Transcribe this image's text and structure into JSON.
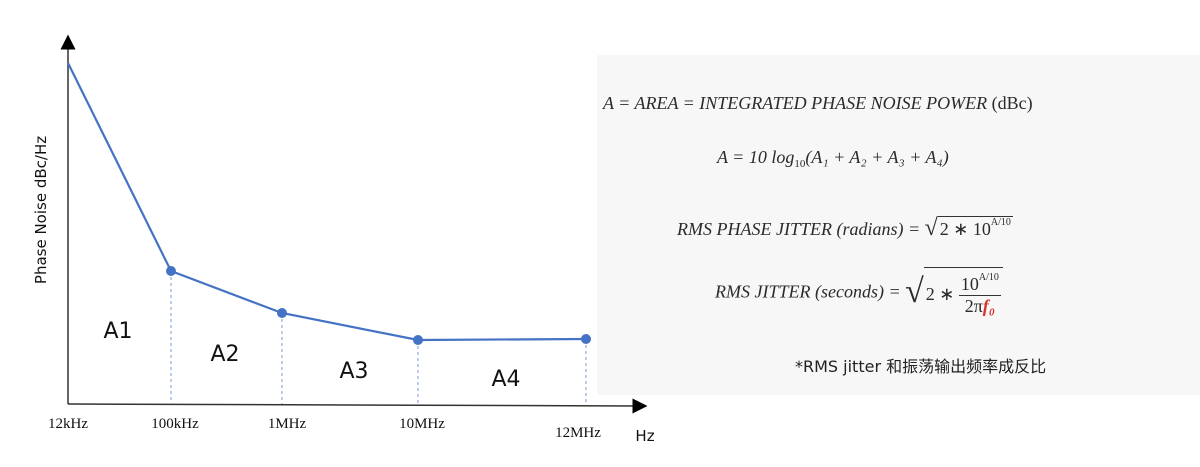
{
  "diagram": {
    "y_axis_label": "Phase Noise dBc/Hz",
    "x_axis_unit": "Hz",
    "x_ticks": [
      "12kHz",
      "100kHz",
      "1MHz",
      "10MHz",
      "12MHz"
    ],
    "areas": [
      "A1",
      "A2",
      "A3",
      "A4"
    ],
    "line_color": "#4472c4"
  },
  "formulas": {
    "f1_left": "A = AREA = INTEGRATED PHASE NOISE POWER",
    "f1_unit": "(dBc)",
    "f2_lhs": "A = 10 log",
    "f2_base": "10",
    "f2_args": "(A₁ + A₂ + A₃ + A₄)",
    "f3_lhs": "RMS PHASE JITTER (radians) =",
    "f3_rad": "2 ∗ 10",
    "f3_exp": "A/10",
    "f4_lhs": "RMS JITTER (seconds) =",
    "f4_coef": "2 ∗",
    "f4_num": "10",
    "f4_exp": "A/10",
    "f4_den": "2π",
    "f4_den_var": "f₀",
    "note": "*RMS jitter 和振荡输出频率成反比"
  }
}
